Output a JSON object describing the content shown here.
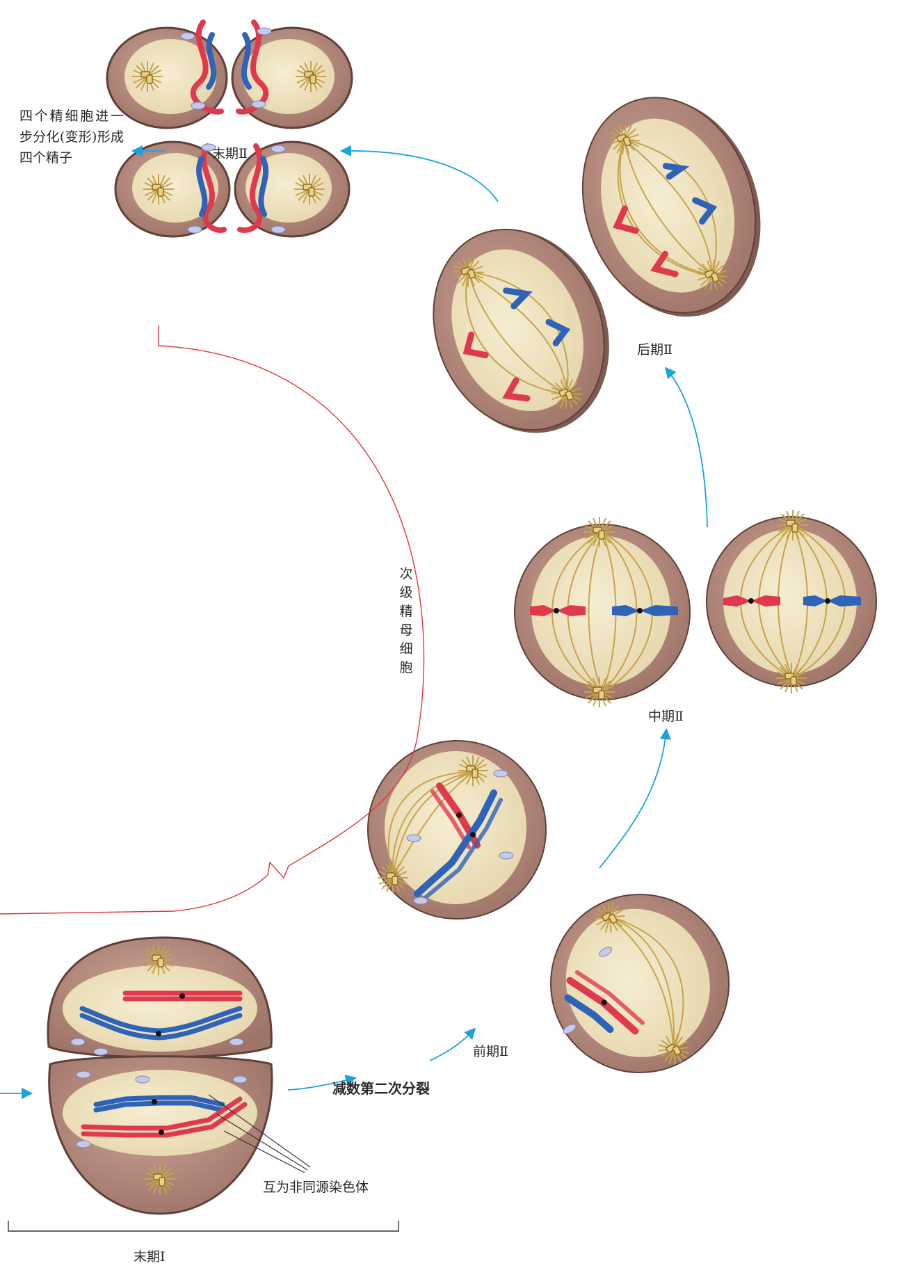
{
  "colors": {
    "arrow": "#1ba3dc",
    "bracket": "#e2343c",
    "maternal": "#e0394d",
    "paternal": "#2f63b8",
    "cytoplasm": "#b98d80",
    "nucleus": "#f1e6c4",
    "spindle": "#c6a34b"
  },
  "labels": {
    "telophase2": "末期Ⅱ",
    "anaphase2": "后期Ⅱ",
    "metaphase2": "中期Ⅱ",
    "prophase2": "前期Ⅱ",
    "meiosis2": "减数第二次分裂",
    "nonhomologous": "互为非同源染色体",
    "telophase1": "末期Ⅰ",
    "secondary_spermatocyte": "次级精母细胞",
    "spermatid_note": "四个精细胞进一步分化(变形)形成四个精子"
  }
}
